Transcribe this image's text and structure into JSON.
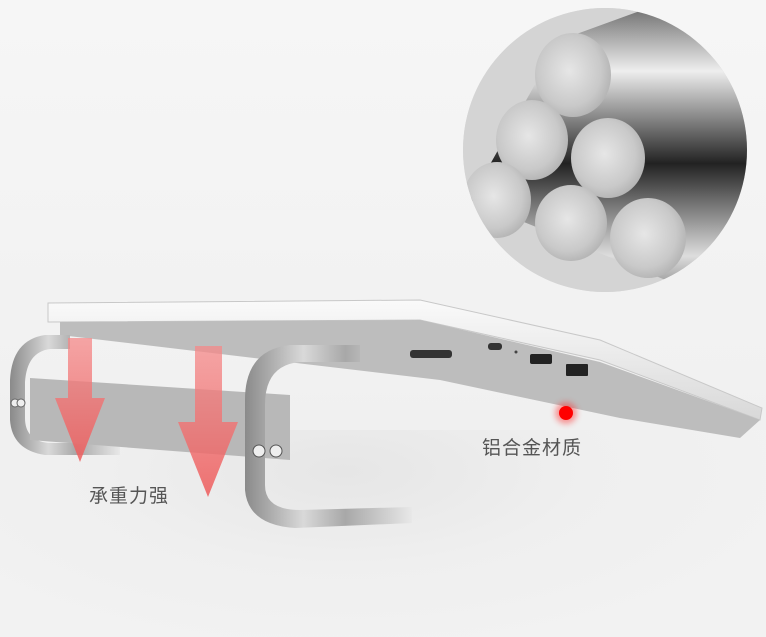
{
  "image": {
    "kind": "product-photo",
    "subject": "aluminum laptop stand with laptop",
    "background_color": "#f3f3f3"
  },
  "labels": {
    "load_bearing": "承重力强",
    "material": "铝合金材质"
  },
  "callouts": {
    "material_marker_color": "#ff0000",
    "load_arrow_color": "#f07070",
    "arrow_count": 2
  },
  "inset": {
    "shape": "circle",
    "content": "stacked aluminum rods",
    "rod_count": 6
  },
  "laptop": {
    "visible_ports": [
      "usb-c",
      "led",
      "hdmi",
      "usb-a"
    ]
  }
}
